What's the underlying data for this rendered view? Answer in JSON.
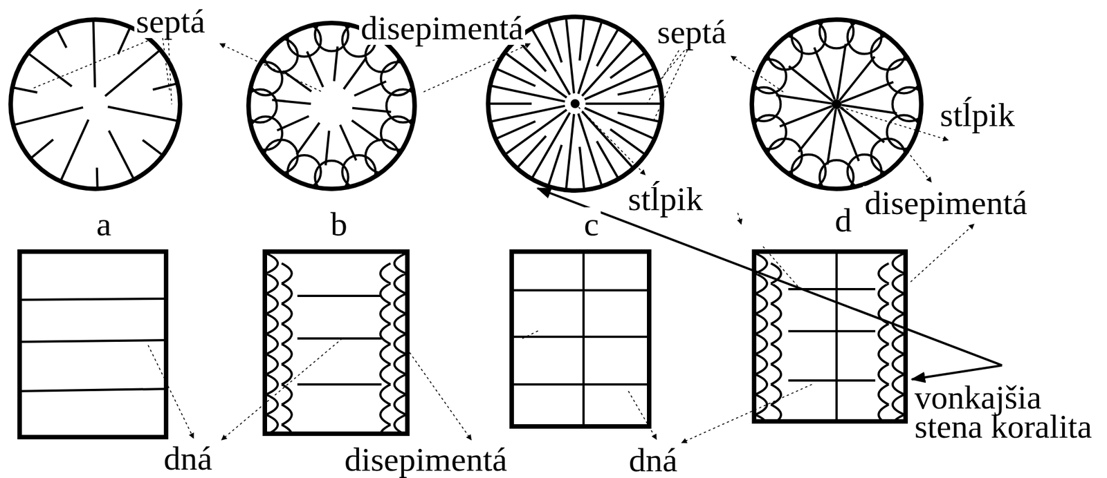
{
  "diagram": {
    "labels": [
      "septá",
      "disepimentá",
      "septá",
      "stĺpik",
      "stĺpik",
      "disepimentá",
      "a",
      "b",
      "c",
      "d",
      "dná",
      "disepimentá",
      "dná",
      "vonkajšia stena koralita"
    ]
  }
}
